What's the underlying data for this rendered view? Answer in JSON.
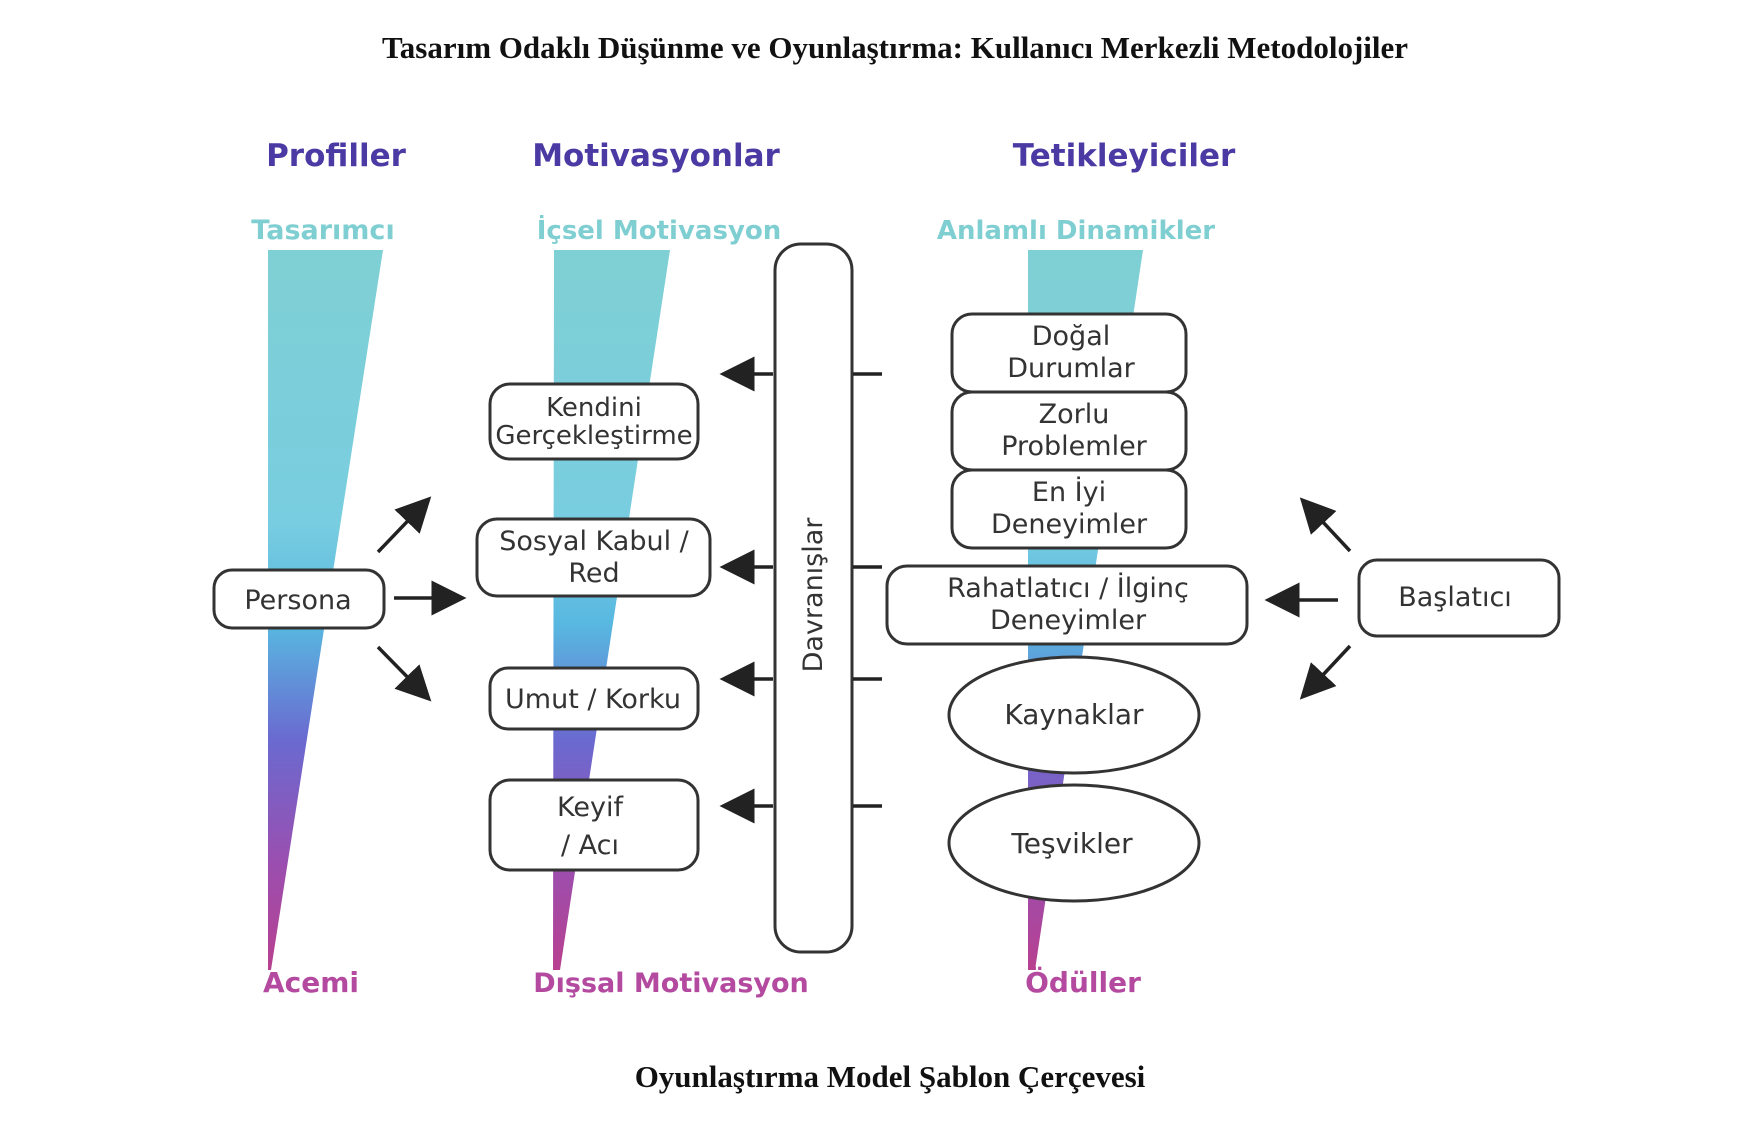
{
  "title": "Tasarım Odaklı Düşünme ve Oyunlaştırma: Kullanıcı Merkezli Metodolojiler",
  "caption": "Oyunlaştırma Model Şablon Çerçevesi",
  "colors": {
    "heading": "#4b3aa3",
    "teal": "#7fd0d4",
    "blue": "#58b8e0",
    "indigo": "#6a6ad0",
    "magenta": "#b8408f",
    "magenta_label": "#b44aa0",
    "teal_label": "#7fcfd2",
    "line": "#333333"
  },
  "columns": {
    "profiles": {
      "heading": "Profiller",
      "top_label": "Tasarımcı",
      "bottom_label": "Acemi",
      "node": "Persona"
    },
    "motivations": {
      "heading": "Motivasyonlar",
      "top_label": "İçsel Motivasyon",
      "bottom_label": "Dışsal Motivasyon",
      "items": [
        {
          "line1": "Kendini",
          "line2": "Gerçekleştirme"
        },
        {
          "line1": "Sosyal Kabul /",
          "line2": "Red"
        },
        {
          "line1": "Umut / Korku",
          "line2": ""
        },
        {
          "line1": "Keyif",
          "line2": "/ Acı"
        }
      ]
    },
    "behaviors": {
      "label": "Davranışlar"
    },
    "triggers": {
      "heading": "Tetikleyiciler",
      "top_label": "Anlamlı Dinamikler",
      "bottom_label": "Ödüller",
      "items": [
        {
          "line1": "Doğal",
          "line2": "Durumlar"
        },
        {
          "line1": "Zorlu",
          "line2": "Problemler"
        },
        {
          "line1": "En İyi",
          "line2": "Deneyimler"
        },
        {
          "line1": "Rahatlatıcı / İlginç",
          "line2": "Deneyimler"
        },
        {
          "line1": "Kaynaklar",
          "line2": ""
        },
        {
          "line1": "Teşvikler",
          "line2": ""
        }
      ],
      "initiator": "Başlatıcı"
    }
  }
}
